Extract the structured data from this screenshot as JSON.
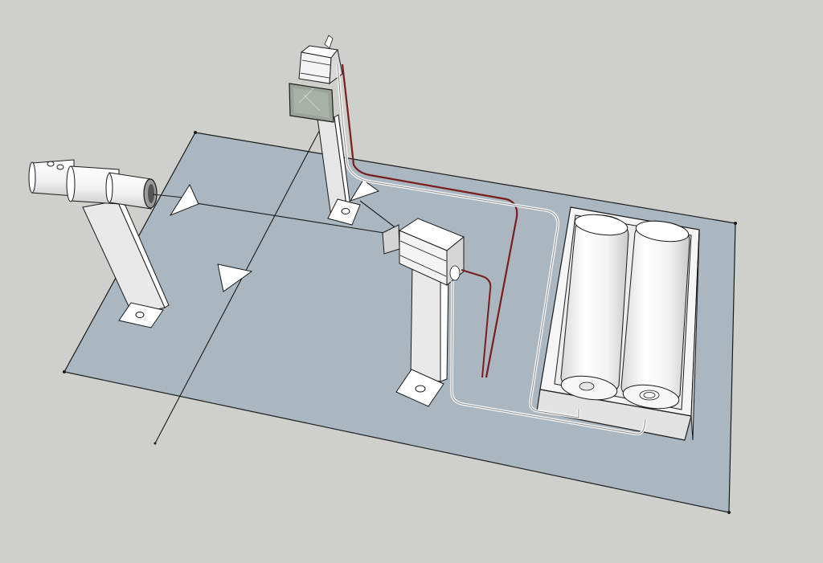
{
  "scene": {
    "background_color": "#cfcfcb",
    "board_color": "#aab7c1",
    "edge_color": "#1a1a1a",
    "part_fill": "#ffffff",
    "part_shade": "#e4e4e4",
    "cable_color": "#7a1d1d",
    "mirror_color": "#9aa29a"
  },
  "components": [
    {
      "id": "laser-module",
      "icon": "laser-cylinder-icon"
    },
    {
      "id": "laser-stand",
      "icon": "mounting-post-icon"
    },
    {
      "id": "beam-arrow-right",
      "icon": "triangle-arrow-icon"
    },
    {
      "id": "beam-arrow-down",
      "icon": "triangle-arrow-icon"
    },
    {
      "id": "beam-arrow-mirror",
      "icon": "triangle-arrow-icon"
    },
    {
      "id": "mirror-post",
      "icon": "mounting-post-icon"
    },
    {
      "id": "upper-motor",
      "icon": "stepper-motor-icon"
    },
    {
      "id": "mirror-panel",
      "icon": "mirror-icon"
    },
    {
      "id": "lower-motor",
      "icon": "stepper-motor-icon"
    },
    {
      "id": "lower-motor-post",
      "icon": "mounting-post-icon"
    },
    {
      "id": "battery-holder",
      "icon": "battery-pack-icon"
    },
    {
      "id": "wiring",
      "icon": "cable-icon"
    }
  ]
}
